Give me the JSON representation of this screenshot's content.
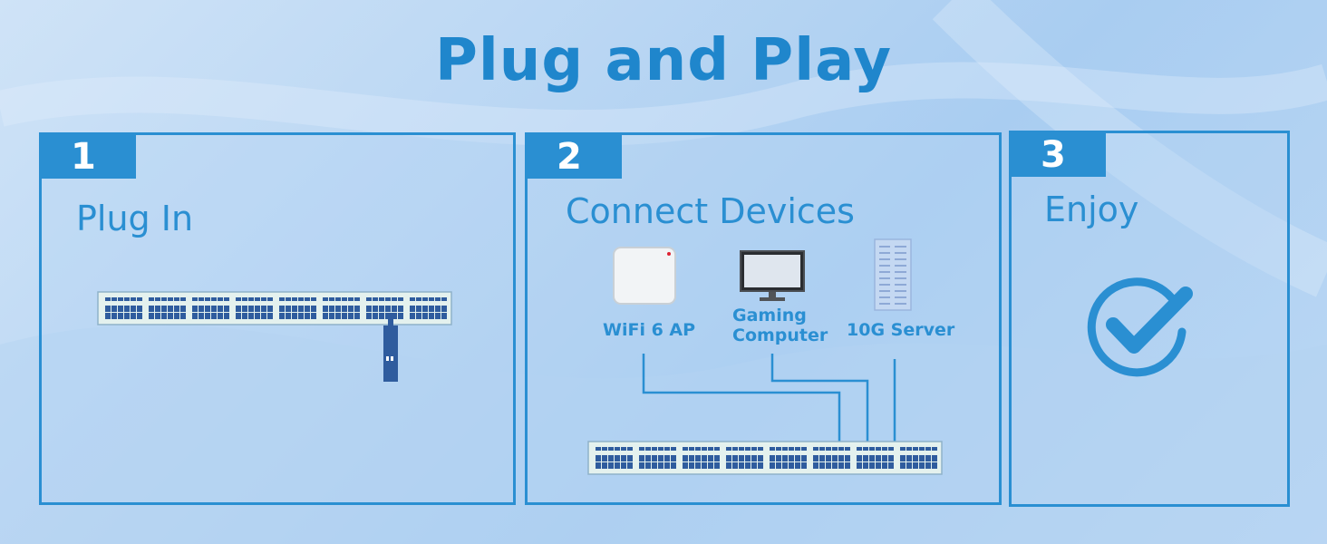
{
  "title": "Plug and Play",
  "steps": [
    {
      "number": "1",
      "heading": "Plug In"
    },
    {
      "number": "2",
      "heading": "Connect Devices",
      "devices": {
        "ap": "WiFi 6 AP",
        "computer_line1": "Gaming",
        "computer_line2": "Computer",
        "server": "10G Server"
      }
    },
    {
      "number": "3",
      "heading": "Enjoy"
    }
  ],
  "colors": {
    "accent": "#2a8fd2",
    "title": "#1f86cc",
    "port": "#2f5c9e"
  },
  "icons": [
    "network-switch-icon",
    "ethernet-plug-icon",
    "wifi-access-point-icon",
    "computer-monitor-icon",
    "server-tower-icon",
    "checkmark-circle-icon"
  ]
}
